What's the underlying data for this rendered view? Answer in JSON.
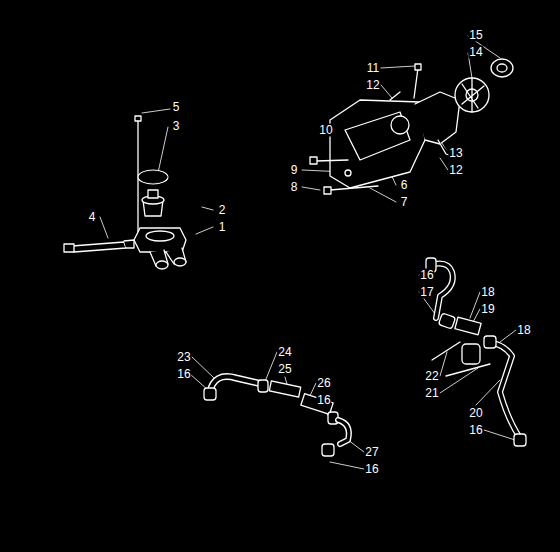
{
  "diagram": {
    "labels": [
      "5",
      "3",
      "2",
      "4",
      "1",
      "15",
      "14",
      "11",
      "12",
      "10",
      "13",
      "12",
      "9",
      "6",
      "8",
      "7",
      "16",
      "18",
      "17",
      "19",
      "18",
      "22",
      "21",
      "20",
      "16",
      "23",
      "24",
      "16",
      "25",
      "26",
      "16",
      "27",
      "16"
    ]
  }
}
